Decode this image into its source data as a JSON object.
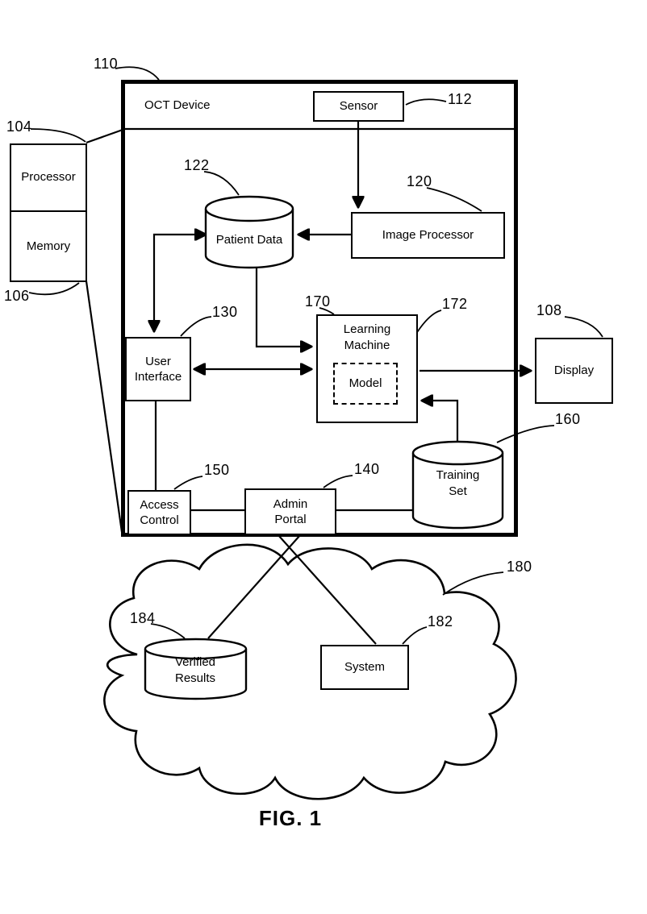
{
  "figure": {
    "caption": "FIG. 1"
  },
  "colors": {
    "ink": "#000000",
    "background": "#ffffff"
  },
  "nodes": {
    "oct_device": {
      "label": "OCT Device",
      "ref": "110"
    },
    "sensor": {
      "label": "Sensor",
      "ref": "112"
    },
    "processor": {
      "label": "Processor",
      "ref": "104"
    },
    "memory": {
      "label": "Memory",
      "ref": "106"
    },
    "patient_data": {
      "label": "Patient Data",
      "ref": "122"
    },
    "image_processor": {
      "label": "Image Processor",
      "ref": "120"
    },
    "user_interface": {
      "label": "User Interface",
      "ref": "130"
    },
    "learning_machine": {
      "label": "Learning Machine",
      "ref": "170"
    },
    "model": {
      "label": "Model",
      "ref": "172"
    },
    "display": {
      "label": "Display",
      "ref": "108"
    },
    "training_set": {
      "label": "Training Set",
      "ref": "160"
    },
    "access_control": {
      "label": "Access Control",
      "ref": "150"
    },
    "admin_portal": {
      "label": "Admin Portal",
      "ref": "140"
    },
    "cloud": {
      "label": "",
      "ref": "180"
    },
    "verified_results": {
      "label": "Verified Results",
      "ref": "184"
    },
    "system": {
      "label": "System",
      "ref": "182"
    }
  },
  "edges": [
    {
      "from": "Sensor",
      "to": "Image Processor",
      "style": "arrow"
    },
    {
      "from": "Image Processor",
      "to": "Patient Data",
      "style": "arrow"
    },
    {
      "from": "Patient Data",
      "to": "User Interface",
      "style": "arrow-both"
    },
    {
      "from": "Patient Data",
      "to": "Learning Machine",
      "style": "arrow"
    },
    {
      "from": "User Interface",
      "to": "Learning Machine",
      "style": "arrow-both"
    },
    {
      "from": "Learning Machine",
      "to": "Display",
      "style": "arrow"
    },
    {
      "from": "Training Set",
      "to": "Model",
      "style": "arrow"
    },
    {
      "from": "User Interface",
      "to": "Access Control",
      "style": "line"
    },
    {
      "from": "Access Control",
      "to": "Admin Portal",
      "style": "line"
    },
    {
      "from": "Admin Portal",
      "to": "Training Set",
      "style": "line"
    },
    {
      "from": "Admin Portal",
      "to": "Verified Results",
      "style": "line"
    },
    {
      "from": "Admin Portal",
      "to": "System",
      "style": "line"
    },
    {
      "from": "Processor/Memory",
      "to": "OCT Device",
      "style": "line"
    }
  ]
}
